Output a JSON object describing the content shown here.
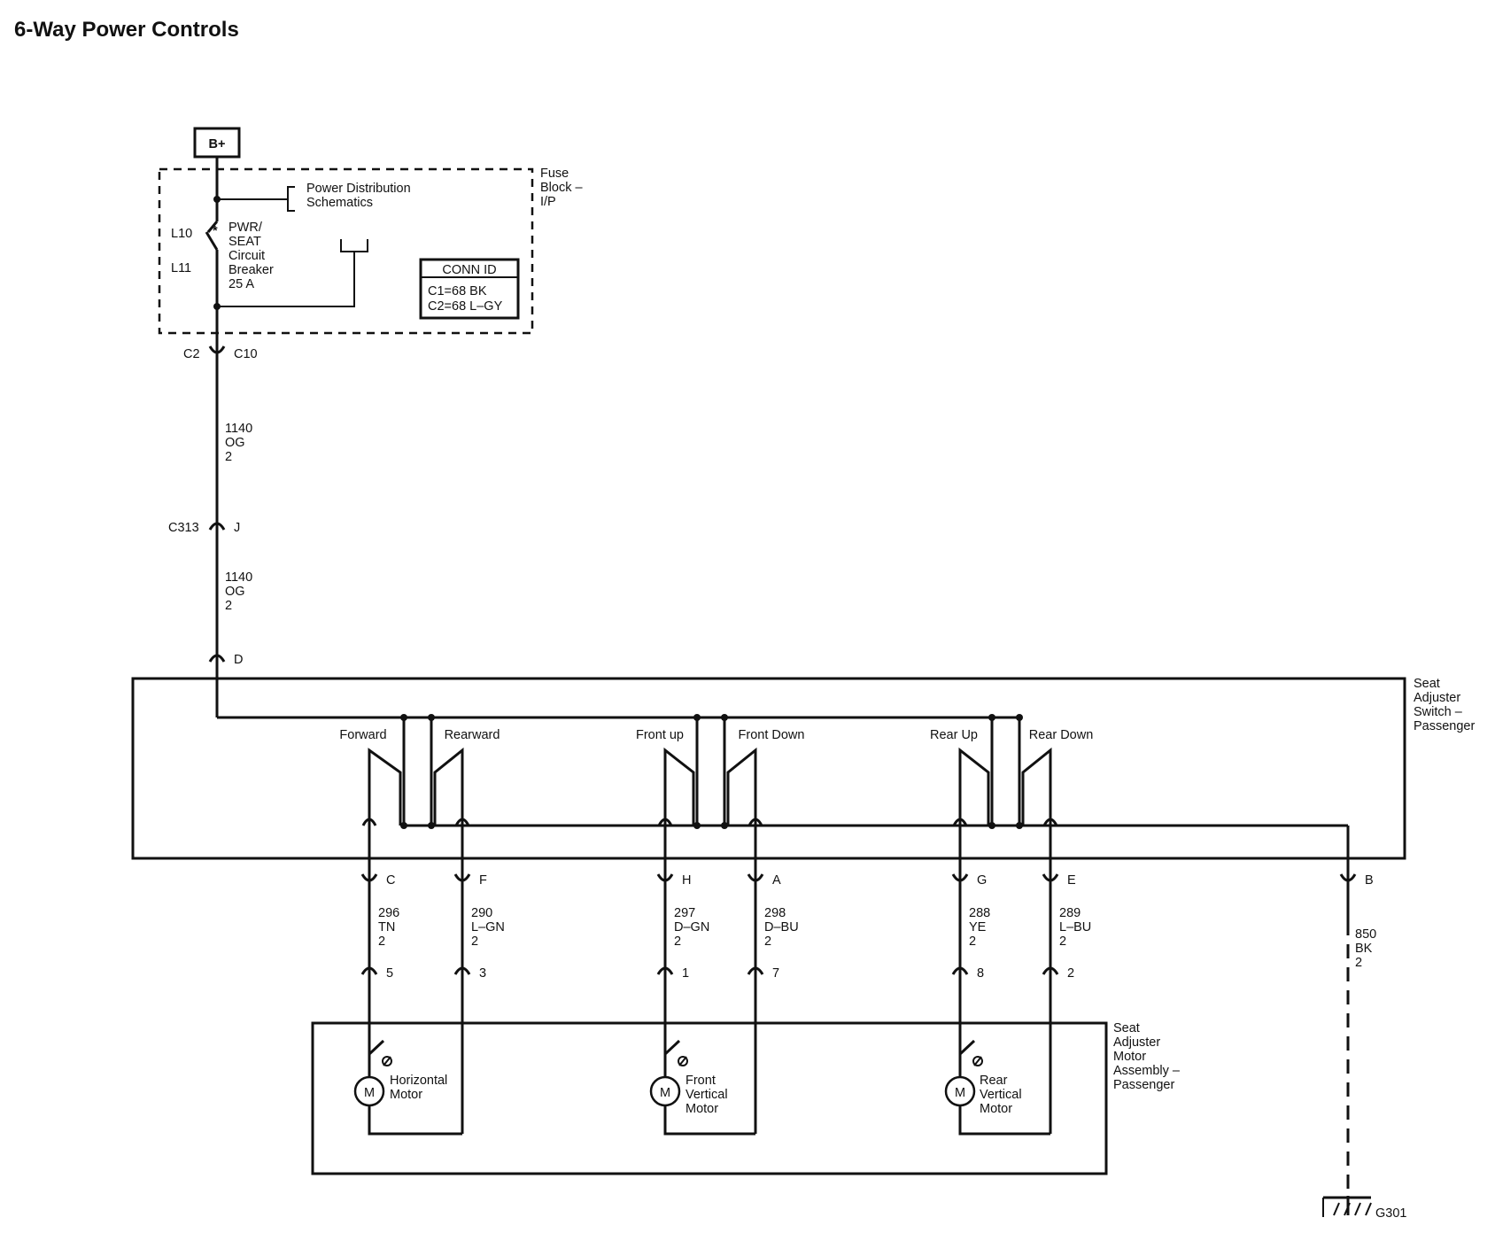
{
  "title": "6-Way Power Controls",
  "battery": "B+",
  "fuse_block": {
    "name": [
      "Fuse",
      "Block –",
      "I/P"
    ],
    "power_dist": [
      "Power Distribution",
      "Schematics"
    ],
    "loc_top": "L10",
    "loc_bottom": "L11",
    "breaker": [
      "PWR/",
      "SEAT",
      "Circuit",
      "Breaker",
      "25 A"
    ],
    "conn_id_title": "CONN ID",
    "conn_id_lines": [
      "C1=68 BK",
      "C2=68 L–GY"
    ]
  },
  "connectors": {
    "c2": "C2",
    "c10": "C10",
    "c313": "C313",
    "j": "J",
    "d": "D"
  },
  "wire_1140_a": [
    "1140",
    "OG",
    "2"
  ],
  "wire_1140_b": [
    "1140",
    "OG",
    "2"
  ],
  "switch": {
    "name": [
      "Seat",
      "Adjuster",
      "Switch –",
      "Passenger"
    ],
    "labels": [
      "Forward",
      "Rearward",
      "Front up",
      "Front Down",
      "Rear Up",
      "Rear Down"
    ]
  },
  "pins_top": [
    "C",
    "F",
    "H",
    "A",
    "G",
    "E",
    "B"
  ],
  "pins_bottom": [
    "5",
    "3",
    "1",
    "7",
    "8",
    "2"
  ],
  "wires": [
    [
      "296",
      "TN",
      "2"
    ],
    [
      "290",
      "L–GN",
      "2"
    ],
    [
      "297",
      "D–GN",
      "2"
    ],
    [
      "298",
      "D–BU",
      "2"
    ],
    [
      "288",
      "YE",
      "2"
    ],
    [
      "289",
      "L–BU",
      "2"
    ]
  ],
  "ground_wire": [
    "850",
    "BK",
    "2"
  ],
  "motor_assembly": {
    "name": [
      "Seat",
      "Adjuster",
      "Motor",
      "Assembly –",
      "Passenger"
    ],
    "motor_symbol": "M",
    "motors": [
      [
        "Horizontal",
        "Motor"
      ],
      [
        "Front",
        "Vertical",
        "Motor"
      ],
      [
        "Rear",
        "Vertical",
        "Motor"
      ]
    ]
  },
  "ground": "G301"
}
